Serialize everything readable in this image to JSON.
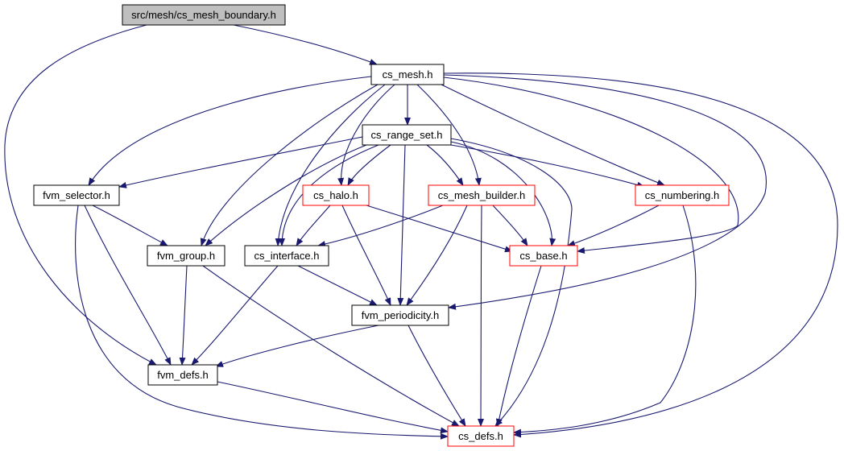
{
  "graph": {
    "colors": {
      "edge": "#191970",
      "node_fill": "#ffffff",
      "root_fill": "#bfbfbf",
      "border_default": "#000000",
      "border_truncated": "#ff0000"
    },
    "nodes": [
      {
        "id": "cs_mesh_boundary",
        "label": "src/mesh/cs_mesh_boundary.h",
        "style": "root"
      },
      {
        "id": "cs_mesh",
        "label": "cs_mesh.h",
        "style": "normal"
      },
      {
        "id": "cs_range_set",
        "label": "cs_range_set.h",
        "style": "normal"
      },
      {
        "id": "fvm_selector",
        "label": "fvm_selector.h",
        "style": "normal"
      },
      {
        "id": "cs_halo",
        "label": "cs_halo.h",
        "style": "truncated"
      },
      {
        "id": "cs_mesh_builder",
        "label": "cs_mesh_builder.h",
        "style": "truncated"
      },
      {
        "id": "cs_numbering",
        "label": "cs_numbering.h",
        "style": "truncated"
      },
      {
        "id": "fvm_group",
        "label": "fvm_group.h",
        "style": "normal"
      },
      {
        "id": "cs_interface",
        "label": "cs_interface.h",
        "style": "normal"
      },
      {
        "id": "cs_base",
        "label": "cs_base.h",
        "style": "truncated"
      },
      {
        "id": "fvm_periodicity",
        "label": "fvm_periodicity.h",
        "style": "normal"
      },
      {
        "id": "fvm_defs",
        "label": "fvm_defs.h",
        "style": "normal"
      },
      {
        "id": "cs_defs",
        "label": "cs_defs.h",
        "style": "truncated"
      }
    ],
    "edges": [
      {
        "from": "cs_mesh_boundary",
        "to": "cs_mesh"
      },
      {
        "from": "cs_mesh_boundary",
        "to": "fvm_defs"
      },
      {
        "from": "cs_mesh",
        "to": "cs_range_set"
      },
      {
        "from": "cs_mesh",
        "to": "fvm_selector"
      },
      {
        "from": "cs_mesh",
        "to": "fvm_group"
      },
      {
        "from": "cs_mesh",
        "to": "cs_interface"
      },
      {
        "from": "cs_mesh",
        "to": "cs_halo"
      },
      {
        "from": "cs_mesh",
        "to": "cs_mesh_builder"
      },
      {
        "from": "cs_mesh",
        "to": "cs_numbering"
      },
      {
        "from": "cs_mesh",
        "to": "cs_base"
      },
      {
        "from": "cs_mesh",
        "to": "fvm_periodicity"
      },
      {
        "from": "cs_mesh",
        "to": "cs_defs"
      },
      {
        "from": "cs_range_set",
        "to": "fvm_selector"
      },
      {
        "from": "cs_range_set",
        "to": "fvm_group"
      },
      {
        "from": "cs_range_set",
        "to": "cs_interface"
      },
      {
        "from": "cs_range_set",
        "to": "cs_halo"
      },
      {
        "from": "cs_range_set",
        "to": "cs_mesh_builder"
      },
      {
        "from": "cs_range_set",
        "to": "cs_numbering"
      },
      {
        "from": "cs_range_set",
        "to": "cs_base"
      },
      {
        "from": "cs_range_set",
        "to": "fvm_periodicity"
      },
      {
        "from": "cs_range_set",
        "to": "cs_defs"
      },
      {
        "from": "fvm_selector",
        "to": "fvm_group"
      },
      {
        "from": "fvm_selector",
        "to": "fvm_defs"
      },
      {
        "from": "fvm_selector",
        "to": "cs_defs"
      },
      {
        "from": "cs_halo",
        "to": "cs_interface"
      },
      {
        "from": "cs_halo",
        "to": "cs_base"
      },
      {
        "from": "cs_halo",
        "to": "fvm_periodicity"
      },
      {
        "from": "cs_mesh_builder",
        "to": "cs_interface"
      },
      {
        "from": "cs_mesh_builder",
        "to": "cs_base"
      },
      {
        "from": "cs_mesh_builder",
        "to": "fvm_periodicity"
      },
      {
        "from": "cs_mesh_builder",
        "to": "cs_defs"
      },
      {
        "from": "cs_numbering",
        "to": "cs_base"
      },
      {
        "from": "cs_numbering",
        "to": "cs_defs"
      },
      {
        "from": "fvm_group",
        "to": "fvm_defs"
      },
      {
        "from": "fvm_group",
        "to": "cs_defs"
      },
      {
        "from": "cs_interface",
        "to": "fvm_periodicity"
      },
      {
        "from": "cs_interface",
        "to": "fvm_defs"
      },
      {
        "from": "cs_base",
        "to": "cs_defs"
      },
      {
        "from": "fvm_periodicity",
        "to": "fvm_defs"
      },
      {
        "from": "fvm_periodicity",
        "to": "cs_defs"
      },
      {
        "from": "fvm_defs",
        "to": "cs_defs"
      }
    ]
  }
}
